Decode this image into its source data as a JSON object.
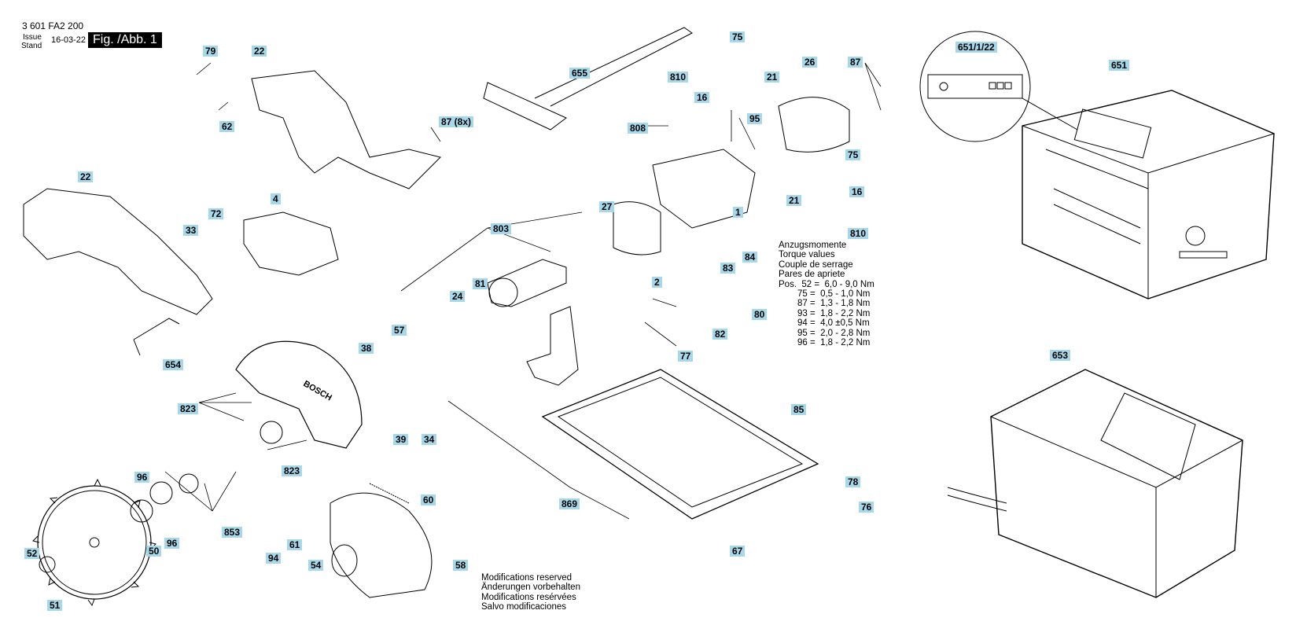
{
  "header": {
    "part_number": "3 601 FA2 200",
    "issue_label": "Issue",
    "stand_label": "Stand",
    "issue_date": "16-03-22",
    "figure_label": "Fig. /Abb. 1"
  },
  "callouts": [
    "79",
    "22",
    "62",
    "87 (8x)",
    "22",
    "33",
    "72",
    "4",
    "38",
    "57",
    "24",
    "81",
    "39",
    "34",
    "823",
    "823",
    "853",
    "96",
    "50",
    "96",
    "52",
    "51",
    "94",
    "61",
    "54",
    "58",
    "60",
    "869",
    "654",
    "655",
    "808",
    "75",
    "810",
    "21",
    "16",
    "95",
    "26",
    "87",
    "75",
    "16",
    "21",
    "810",
    "27",
    "1",
    "2",
    "803",
    "83",
    "84",
    "80",
    "82",
    "77",
    "85",
    "78",
    "76",
    "67",
    "651/1/22",
    "651",
    "653"
  ],
  "torque": {
    "titles": [
      "Anzugsmomente",
      "Torque values",
      "Couple de serrage",
      "Pares de apriete"
    ],
    "pos_label": "Pos.",
    "rows": [
      "52 =  6,0 - 9,0 Nm",
      "75 =  0,5 - 1,0 Nm",
      "87 =  1,3 - 1,8 Nm",
      "93 =  1,8 - 2,2 Nm",
      "94 =  4,0 ±0,5 Nm",
      "95 =  2,0 - 2,8 Nm",
      "96 =  1,8 - 2,2 Nm"
    ]
  },
  "modifications": [
    "Modifications reserved",
    "Änderungen vorbehalten",
    "Modifications resérvées",
    "Salvo modificaciones"
  ],
  "logo_text": "BOSCH",
  "accent_color": "#a7d8ea"
}
